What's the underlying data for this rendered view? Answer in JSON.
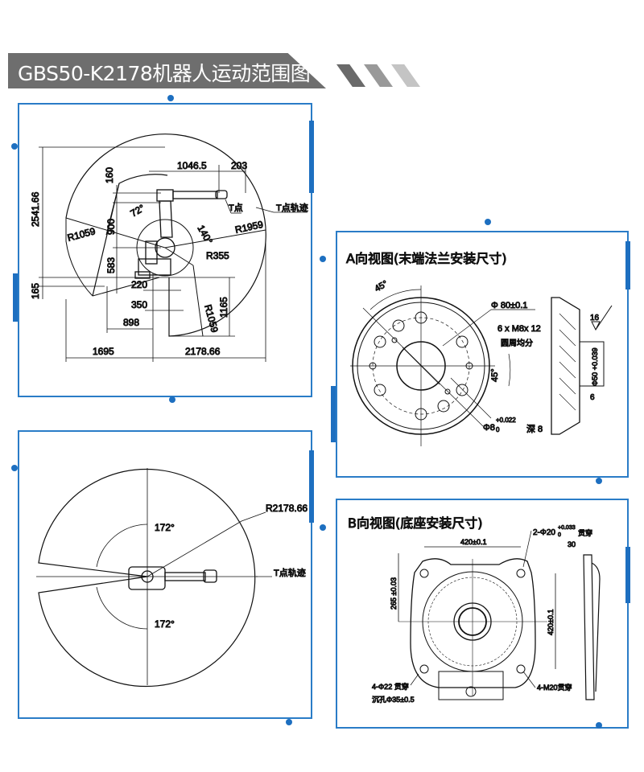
{
  "header": {
    "title": "GBS50-K2178机器人运动范围图"
  },
  "side_view": {
    "dims": {
      "d1046_5": "1046.5",
      "d203": "203",
      "d160": "160",
      "d2541_66": "2541.66",
      "d72": "72°",
      "d900": "900",
      "r1059a": "R1059",
      "d583": "583",
      "d140": "140°",
      "r1959": "R1959",
      "r355": "R355",
      "d165": "165",
      "d220": "220",
      "d350": "350",
      "d898": "898",
      "d1165": "1165",
      "r1059b": "R1059",
      "d1695": "1695",
      "d2178_66": "2178.66"
    },
    "t_point": "T点",
    "t_path": "T点轨迹"
  },
  "top_view": {
    "radius": "R2178.66",
    "angle_top": "172°",
    "angle_bottom": "172°",
    "t_path": "T点轨迹"
  },
  "flange_view": {
    "title": "A向视图(末端法兰安装尺寸)",
    "dims": {
      "phi80": "Φ 80±0.1",
      "holes": "6 x M8x 12",
      "even": "圆周均分",
      "angle1": "45°",
      "angle2": "45°",
      "pin": "Φ8",
      "pin_tol": "+0.022",
      "pin_tol0": "0",
      "depth": "深 8",
      "d16": "16",
      "phi50": "Φ50 +0.039",
      "d6": "6"
    }
  },
  "base_view": {
    "title": "B向视图(底座安装尺寸)",
    "dims": {
      "pin_holes": "2-Φ20",
      "pin_tol": "+0.033",
      "pin_tol0": "0",
      "through": "贯穿",
      "d30": "30",
      "w420": "420±0.1",
      "h265": "265 ±0.03",
      "h420": "420±0.1",
      "holes22": "4-Φ22 贯穿",
      "counterbore": "沉孔Φ35±0.5",
      "m20": "4-M20贯穿"
    }
  }
}
